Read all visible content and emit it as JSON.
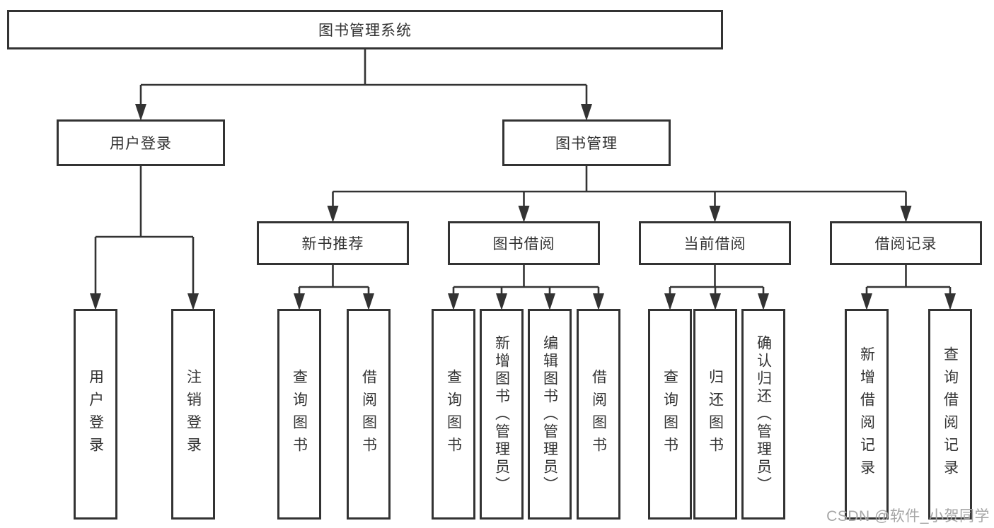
{
  "colors": {
    "line": "#333333",
    "text": "#333333",
    "watermark": "#a6a6a6",
    "background": "#ffffff"
  },
  "watermark": "CSDN @软件_小贺同学",
  "tree": {
    "root": {
      "label": "图书管理系统"
    },
    "level2": [
      {
        "label": "用户登录",
        "children": [
          {
            "label": "用户登录"
          },
          {
            "label": "注销登录"
          }
        ]
      },
      {
        "label": "图书管理",
        "children": [
          {
            "label": "新书推荐",
            "children": [
              {
                "label": "查询图书"
              },
              {
                "label": "借阅图书"
              }
            ]
          },
          {
            "label": "图书借阅",
            "children": [
              {
                "label": "查询图书"
              },
              {
                "label": "新增图书（管理员）"
              },
              {
                "label": "编辑图书（管理员）"
              },
              {
                "label": "借阅图书"
              }
            ]
          },
          {
            "label": "当前借阅",
            "children": [
              {
                "label": "查询图书"
              },
              {
                "label": "归还图书"
              },
              {
                "label": "确认归还（管理员）"
              }
            ]
          },
          {
            "label": "借阅记录",
            "children": [
              {
                "label": "新增借阅记录"
              },
              {
                "label": "查询借阅记录"
              }
            ]
          }
        ]
      }
    ]
  }
}
